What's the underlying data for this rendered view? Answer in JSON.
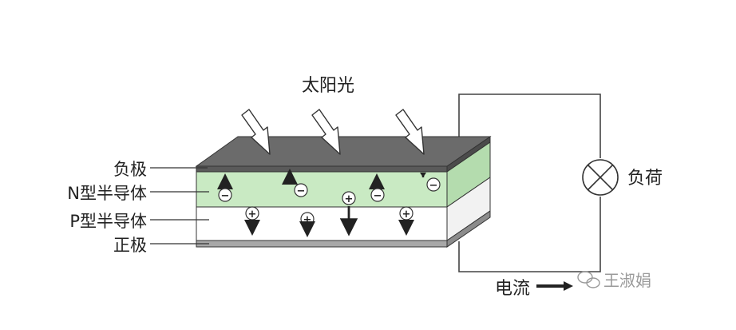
{
  "title": "太阳光",
  "layers": {
    "negative_electrode": "负极",
    "n_semiconductor": "N型半导体",
    "p_semiconductor": "P型半导体",
    "positive_electrode": "正极"
  },
  "circuit": {
    "load": "负荷",
    "current": "电流"
  },
  "charges": {
    "electron": "−",
    "hole": "+"
  },
  "watermark": "王淑娟",
  "colors": {
    "n_layer": "#c9eac3",
    "top_electrode": "#6a6a6a",
    "bottom_electrode": "#a8a8a8",
    "line": "#333333"
  }
}
